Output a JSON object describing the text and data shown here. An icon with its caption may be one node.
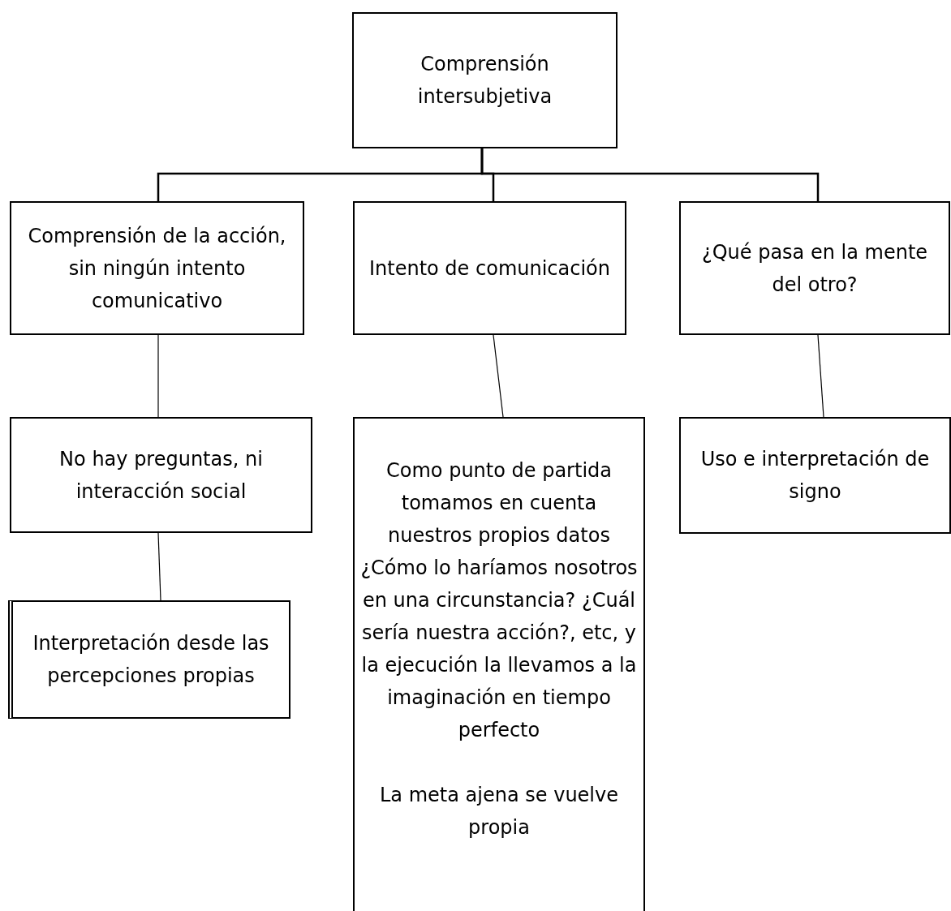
{
  "diagram": {
    "nodes": [
      {
        "text": [
          "Comprensión intersubjetiva"
        ]
      },
      {
        "text": [
          "Comprensión de la acción, sin ningún intento comunicativo"
        ]
      },
      {
        "text": [
          "Intento de comunicación"
        ]
      },
      {
        "text": [
          "¿Qué pasa en la mente del otro?"
        ]
      },
      {
        "text": [
          "No hay preguntas, ni interacción social"
        ]
      },
      {
        "text": [
          "Como punto de partida tomamos en cuenta nuestros propios datos ¿Cómo lo haríamos nosotros en una circunstancia? ¿Cuál sería nuestra acción?, etc, y la ejecución la llevamos a la imaginación en tiempo perfecto",
          "La meta ajena se vuelve propia"
        ]
      },
      {
        "text": [
          "Uso e interpretación de signo"
        ]
      },
      {
        "text": [
          "Interpretación desde las percepciones propias"
        ]
      }
    ],
    "edges": [
      {
        "from": 0,
        "to": 1,
        "arrow": "none"
      },
      {
        "from": 0,
        "to": 2,
        "arrow": "none"
      },
      {
        "from": 0,
        "to": 3,
        "arrow": "none"
      },
      {
        "from": 1,
        "to": 4,
        "arrow": "none"
      },
      {
        "from": 2,
        "to": 5,
        "arrow": "none"
      },
      {
        "from": 3,
        "to": 6,
        "arrow": "none"
      },
      {
        "from": 4,
        "to": 7,
        "arrow": "none"
      }
    ]
  }
}
